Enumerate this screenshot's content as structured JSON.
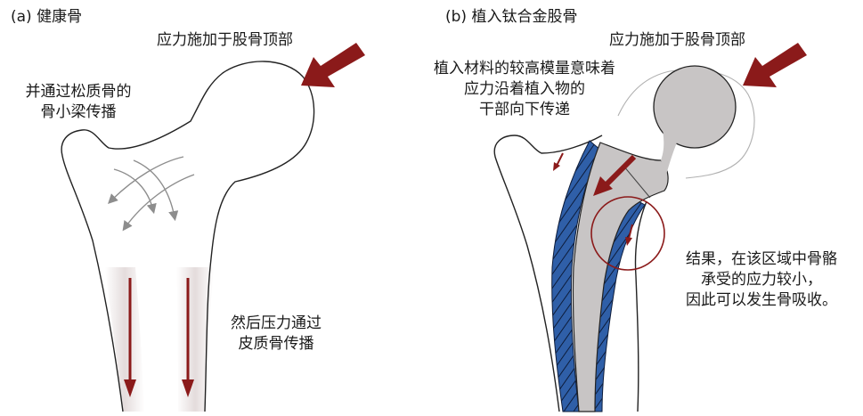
{
  "panel_a": {
    "title": "(a)  健康骨",
    "label_force": "应力施加于股骨顶部",
    "label_trabecular": [
      "并通过松质骨的",
      "骨小梁传播"
    ],
    "label_cortical": [
      "然后压力通过",
      "皮质骨传播"
    ]
  },
  "panel_b": {
    "title": "(b)  植入钛合金股骨",
    "label_force": "应力施加于股骨顶部",
    "label_implant": [
      "植入材料的较高模量意味着",
      "应力沿着植入物的",
      "干部向下传递"
    ],
    "label_result": [
      "结果，在该区域中骨骼",
      "承受的应力较小，",
      "因此可以发生骨吸收。"
    ]
  },
  "colors": {
    "arrow": "#8b1a1a",
    "implant": "#c8c5c5",
    "cement": "#2f5fa8",
    "bone_shade": "#e7e1e1",
    "outline": "#222222"
  }
}
